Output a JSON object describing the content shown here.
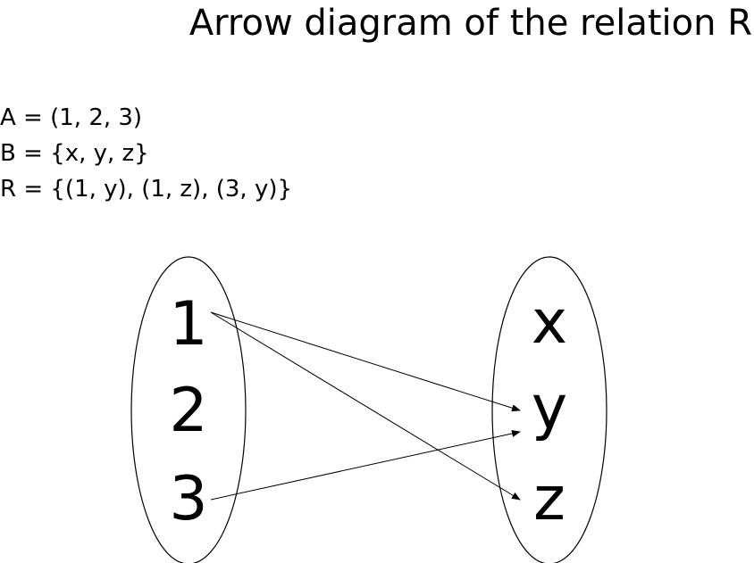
{
  "title": "Arrow diagram of the relation R",
  "definitions": {
    "set_a": "A = (1, 2, 3)",
    "set_b": "B = {x, y, z}",
    "relation": "R = {(1, y), (1, z), (3, y)}"
  },
  "diagram": {
    "domain": [
      "1",
      "2",
      "3"
    ],
    "codomain": [
      "x",
      "y",
      "z"
    ],
    "relation_pairs": [
      {
        "from": "1",
        "to": "y"
      },
      {
        "from": "1",
        "to": "z"
      },
      {
        "from": "3",
        "to": "y"
      }
    ]
  },
  "colors": {
    "stroke": "#000000",
    "background": "#ffffff"
  }
}
